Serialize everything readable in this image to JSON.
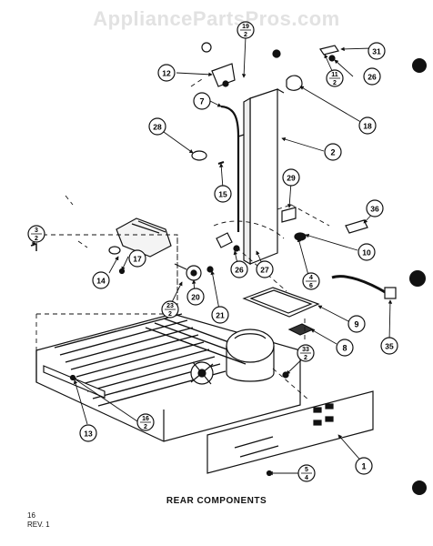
{
  "watermark": "AppliancePartsPros.com",
  "caption": "REAR COMPONENTS",
  "page_number": "16",
  "revision": "REV. 1",
  "callouts": [
    {
      "id": "c1",
      "label": "1"
    },
    {
      "id": "c2",
      "label": "2"
    },
    {
      "id": "c3",
      "top": "3",
      "bottom": "2"
    },
    {
      "id": "c4",
      "top": "4",
      "bottom": "6"
    },
    {
      "id": "c5",
      "top": "5",
      "bottom": "4"
    },
    {
      "id": "c7",
      "label": "7"
    },
    {
      "id": "c8",
      "label": "8"
    },
    {
      "id": "c9",
      "label": "9"
    },
    {
      "id": "c10",
      "label": "10"
    },
    {
      "id": "c11",
      "top": "11",
      "bottom": "2"
    },
    {
      "id": "c12",
      "label": "12"
    },
    {
      "id": "c13",
      "label": "13"
    },
    {
      "id": "c14",
      "label": "14"
    },
    {
      "id": "c15",
      "label": "15"
    },
    {
      "id": "c16",
      "top": "16",
      "bottom": "2"
    },
    {
      "id": "c17",
      "label": "17"
    },
    {
      "id": "c18",
      "label": "18"
    },
    {
      "id": "c19",
      "top": "19",
      "bottom": "2"
    },
    {
      "id": "c20",
      "label": "20"
    },
    {
      "id": "c21",
      "label": "21"
    },
    {
      "id": "c23",
      "top": "23",
      "bottom": "2"
    },
    {
      "id": "c26a",
      "label": "26"
    },
    {
      "id": "c26b",
      "label": "26"
    },
    {
      "id": "c27",
      "label": "27"
    },
    {
      "id": "c28",
      "label": "28"
    },
    {
      "id": "c29",
      "label": "29"
    },
    {
      "id": "c31",
      "label": "31"
    },
    {
      "id": "c33",
      "top": "33",
      "bottom": "2"
    },
    {
      "id": "c35",
      "label": "35"
    },
    {
      "id": "c36",
      "label": "36"
    }
  ]
}
